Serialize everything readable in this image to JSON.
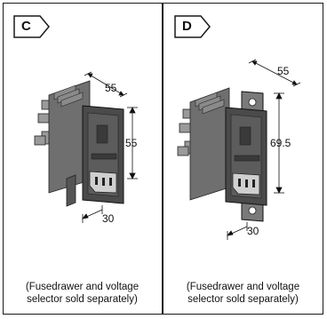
{
  "panels": [
    {
      "letter": "C",
      "dims": {
        "width": "55",
        "height": "55",
        "depth": "30"
      },
      "caption_line1": "(Fusedrawer and voltage",
      "caption_line2": "selector sold separately)"
    },
    {
      "letter": "D",
      "dims": {
        "width": "55",
        "height": "69.5",
        "depth": "30"
      },
      "caption_line1": "(Fusedrawer and voltage",
      "caption_line2": "selector sold separately)"
    }
  ]
}
